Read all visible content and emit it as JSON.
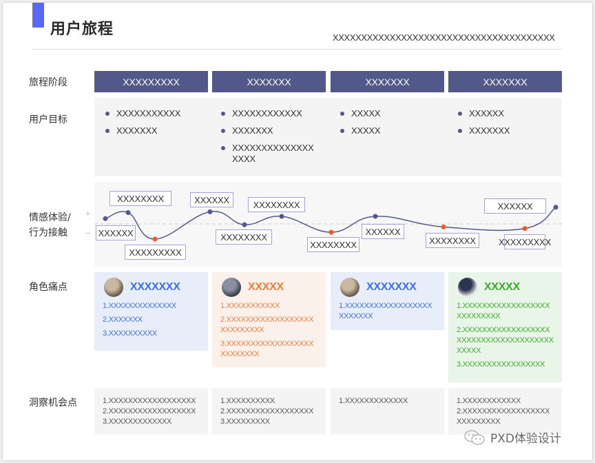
{
  "header": {
    "title": "用户旅程",
    "subtitle": "XXXXXXXXXXXXXXXXXXXXXXXXXXXXXXXXXXXXXXX"
  },
  "rows": {
    "stage": "旅程阶段",
    "goal": "用户目标",
    "emotion_line1": "情感体验/",
    "emotion_line2": "行为接触",
    "role": "角色痛点",
    "insight": "洞察机会点"
  },
  "stages": [
    "XXXXXXXXX",
    "XXXXXXX",
    "XXXXXXX",
    "XXXXXXX"
  ],
  "goals": [
    [
      "XXXXXXXXXXX",
      "XXXXXXX"
    ],
    [
      "XXXXXXXXXXXX",
      "XXXXXXX",
      "XXXXXXXXXXXXXX XXXX"
    ],
    [
      "XXXXX",
      "XXXXX"
    ],
    [
      "XXXXXX",
      "XXXXXXX"
    ]
  ],
  "emotion": {
    "axis_plus": "+",
    "axis_minus": "−",
    "colors": {
      "line": "#52598a",
      "positive": "#52598a",
      "negative": "#f4572a",
      "baseline": "#cccccc",
      "label_border": "#9ea5d4"
    },
    "points": [
      {
        "label": "XXXXXX",
        "value": 0.35,
        "sentiment": "positive"
      },
      {
        "label": "XXXXXXXX",
        "value": 0.75,
        "sentiment": "positive"
      },
      {
        "label": "XXXXXXXXX",
        "value": -1.0,
        "sentiment": "negative"
      },
      {
        "label": "XXXXXX",
        "value": 0.8,
        "sentiment": "positive"
      },
      {
        "label": "XXXXXXXX",
        "value": -0.05,
        "sentiment": "positive"
      },
      {
        "label": "XXXXXXXX",
        "value": 0.5,
        "sentiment": "positive"
      },
      {
        "label": "XXXXXXXX",
        "value": -0.55,
        "sentiment": "negative"
      },
      {
        "label": "XXXXXX",
        "value": 0.5,
        "sentiment": "positive"
      },
      {
        "label": "XXXXXXXX",
        "value": -0.2,
        "sentiment": "negative"
      },
      {
        "label": "XXXXXX",
        "value": -0.3,
        "sentiment": "negative"
      },
      {
        "label": "XXXXXXXXX",
        "value": 1.1,
        "sentiment": "positive"
      }
    ]
  },
  "roles": [
    {
      "name": "XXXXXXX",
      "color": "#3d6fe0",
      "bg": "#e8eef9",
      "points": [
        "1.XXXXXXXXXXXXXX",
        "2.XXXXXXX",
        "3.XXXXXXXXXX"
      ]
    },
    {
      "name": "XXXXX",
      "color": "#ee7d3f",
      "bg": "#fbf0ea",
      "points": [
        "1.XXXXXXXXXXX",
        "2.XXXXXXXXXXXXXXXXXXXXXXXXXXX",
        "3.XXXXXXXXXXXXXXXXXXXXXXXXXX"
      ]
    },
    {
      "name": "XXXXXXX",
      "color": "#3d6fe0",
      "bg": "#e8eef9",
      "points": [
        "1.XXXXXXXXXXXXXXXXXXXXXXXXX"
      ]
    },
    {
      "name": "XXXXX",
      "color": "#3aad2b",
      "bg": "#e9f5e8",
      "points": [
        "1.XXXXXXXXXXXXXXXXXXXXXXXXXXX",
        "2.XXXXXXXXXXXXXXXXXXXXXXXXXXXXXXXXXXXXXXXXXXX",
        "3.XXXXXXXXXXXXXXXXX"
      ]
    }
  ],
  "insights": [
    [
      "1.XXXXXXXXXXXXXXXXXX",
      "2.XXXXXXXXXXXXXXXXXX",
      "3.XXXXXXXXXXXXX"
    ],
    [
      "1.XXXXXXXXXX",
      "2.XXXXXXXXXXXXXXXXXX",
      "3.XXXXXXXXX"
    ],
    [
      "1.XXXXXXXXXXXXX"
    ],
    [
      "1.XXXXXXXXXXXX",
      "2.XXXXXXXXXXXXXXXXXX",
      "XXXXXXXXX"
    ]
  ],
  "watermark": "PXD体验设计"
}
